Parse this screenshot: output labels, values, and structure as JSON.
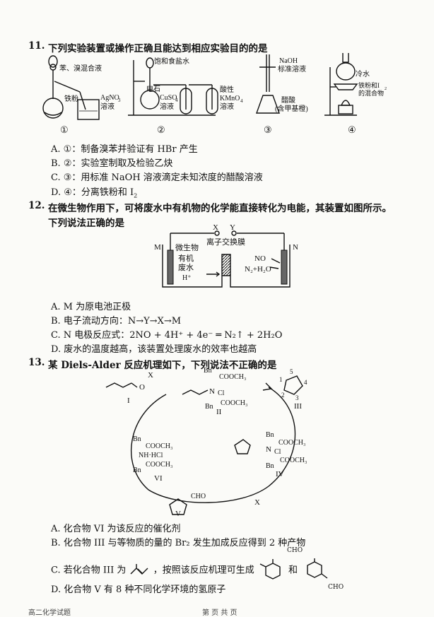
{
  "q11": {
    "number": "11.",
    "stem": "下列实验装置或操作正确且能达到相应实验目的的是",
    "app1": {
      "label1": "苯、溴混合液",
      "label2": "铁粉",
      "label3a": "AgNO",
      "label3b": "3",
      "label3c": "溶液",
      "num": "①"
    },
    "app2": {
      "label1": "饱和食盐水",
      "label2": "电石",
      "label3a": "CuSO",
      "label3b": "4",
      "label3c": "溶液",
      "label4a": "酸性",
      "label4b": "KMnO",
      "label4c": "4",
      "label4d": "溶液",
      "num": "②"
    },
    "app3": {
      "label1a": "NaOH",
      "label1b": "标准溶液",
      "label2a": "醋酸",
      "label2b": "(含甲基橙)",
      "num": "③"
    },
    "app4": {
      "label1": "冷水",
      "label2a": "铁粉和I",
      "label2b": "2",
      "label2c": "的混合物",
      "num": "④"
    },
    "options": [
      {
        "letter": "A.",
        "text": "①：制备溴苯并验证有 HBr 产生"
      },
      {
        "letter": "B.",
        "text": "②：实验室制取及检验乙炔"
      },
      {
        "letter": "C.",
        "text": "③：用标准 NaOH 溶液滴定未知浓度的醋酸溶液"
      },
      {
        "letter": "D.",
        "text": "④：分离铁粉和 I",
        "sub": "2"
      }
    ]
  },
  "q12": {
    "number": "12.",
    "stem1": "在微生物作用下，可将废水中有机物的化学能直接转化为电能，其装置如图所示。",
    "stem2": "下列说法正确的是",
    "fig": {
      "x": "X",
      "y": "Y",
      "m": "M",
      "n": "N",
      "microbe": "微生物",
      "membrane": "离子交换膜",
      "organic1": "有机",
      "organic2": "废水",
      "hplus": "H⁺",
      "no": "NO",
      "n2h2o": "N₂+H₂O"
    },
    "options": [
      {
        "letter": "A.",
        "text": "M 为原电池正极"
      },
      {
        "letter": "B.",
        "text": "电子流动方向：N→Y→X→M"
      },
      {
        "letter": "C.",
        "text": "N 电极反应式：2NO + 4H⁺ + 4e⁻ ═ N₂↑ + 2H₂O"
      },
      {
        "letter": "D.",
        "text": "废水的温度越高，该装置处理废水的效率也越高"
      }
    ]
  },
  "q13": {
    "number": "13.",
    "stem": "某 Diels-Alder 反应机理如下，下列说法不正确的是",
    "fig": {
      "I": "I",
      "II": "II",
      "III": "III",
      "IV": "IV",
      "V": "V",
      "VI": "VI",
      "X1": "X",
      "X2": "X",
      "bn": "Bn",
      "cooch3": "COOCH₃",
      "ncl": "N",
      "cl": "Cl",
      "nhhcl": "NH·HCl",
      "cho": "CHO",
      "o": "O",
      "n1": "1",
      "n2": "2",
      "n3": "3",
      "n4": "4",
      "n5": "5"
    },
    "options": [
      {
        "letter": "A.",
        "text": "化合物 VI 为该反应的催化剂"
      },
      {
        "letter": "B.",
        "text": "化合物 III 与等物质的量的 Br₂ 发生加成反应得到 2 种产物"
      },
      {
        "letter": "C.",
        "text_pre": "若化合物 III 为",
        "text_mid": "，按照该反应机理可生成",
        "text_and": "和"
      },
      {
        "letter": "D.",
        "text": "化合物 V 有 8 种不同化学环境的氢原子"
      }
    ]
  },
  "footer": {
    "left": "高二化学试题",
    "right": "第 页 共 页"
  }
}
